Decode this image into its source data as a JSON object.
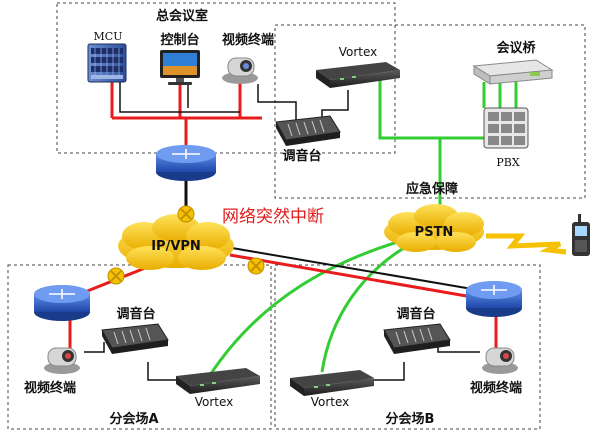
{
  "labels": {
    "hq_room": "总会议室",
    "mcu": "MCU",
    "console_top": "控制台",
    "video_term_top": "视频终端",
    "vortex_top": "Vortex",
    "bridge": "会议桥",
    "mixer_top": "调音台",
    "pbx": "PBX",
    "emergency": "应急保障",
    "outage_note": "网络突然中断",
    "ipvpn": "IP/VPN",
    "pstn": "PSTN",
    "mixer_a": "调音台",
    "mixer_b": "调音台",
    "video_term_a": "视频终端",
    "video_term_b": "视频终端",
    "vortex_a": "Vortex",
    "vortex_b": "Vortex",
    "site_a": "分会场A",
    "site_b": "分会场B"
  },
  "colors": {
    "ip_link": "#e81c1c",
    "pstn_link": "#33cc33",
    "trunk_link": "#111111",
    "cloud_fill": "#f4c200",
    "router_fill": "#2d5fc7",
    "failure_mark": "#f4c200"
  }
}
